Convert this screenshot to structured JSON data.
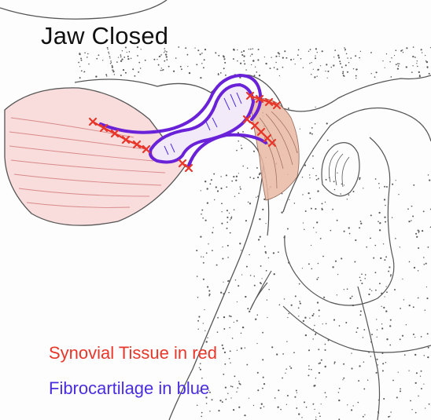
{
  "diagram": {
    "title": "Jaw Closed",
    "legend": [
      {
        "key": "synovial",
        "text": "Synovial Tissue in red",
        "color": "#e8372a"
      },
      {
        "key": "fibro",
        "text": "Fibrocartilage in blue",
        "color": "#4a2de0"
      }
    ],
    "colors": {
      "outline": "#4d4d4d",
      "synovial": "#e8372a",
      "fibrocartilage": "#6a22d8",
      "muscle_fill": "#f7d6d6",
      "capsule_fill": "#e8b4a0",
      "stipple": "#555555"
    }
  }
}
